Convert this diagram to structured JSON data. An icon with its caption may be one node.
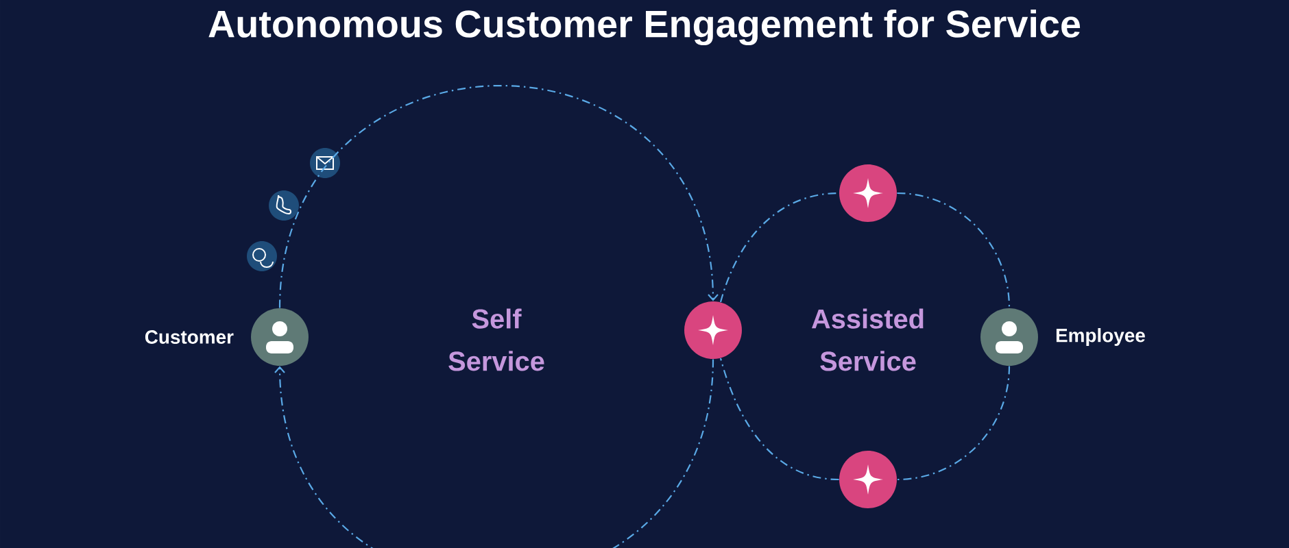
{
  "diagram": {
    "title": "Autonomous Customer Engagement for Service",
    "nodes": [
      {
        "text": [
          "Customer"
        ]
      },
      {
        "text": [],
        "shape": "picture"
      },
      {
        "text": [],
        "shape": "picture"
      },
      {
        "text": [
          "Employee"
        ]
      },
      {
        "text": [],
        "shape": "picture"
      }
    ],
    "edges": [
      {
        "from": 0,
        "to": 1,
        "arrow": "to"
      },
      {
        "from": 1,
        "to": 0,
        "arrow": "to"
      },
      {
        "from": 1,
        "to": 2,
        "arrow": "none"
      },
      {
        "from": 2,
        "to": 3,
        "arrow": "none"
      },
      {
        "from": 3,
        "to": 4,
        "arrow": "none"
      },
      {
        "from": 4,
        "to": 1,
        "arrow": "none"
      }
    ],
    "labels": [
      "Self Service",
      "Assisted Service"
    ]
  }
}
